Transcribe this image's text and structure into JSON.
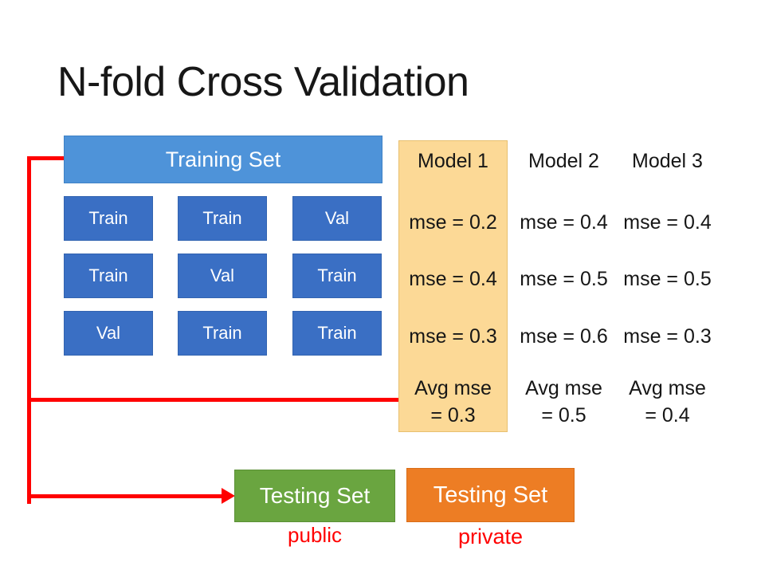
{
  "title": "N-fold Cross Validation",
  "training": {
    "bar_label": "Training Set",
    "folds": [
      [
        "Train",
        "Train",
        "Val"
      ],
      [
        "Train",
        "Val",
        "Train"
      ],
      [
        "Val",
        "Train",
        "Train"
      ]
    ]
  },
  "models": [
    {
      "header": "Model 1",
      "mse": [
        "mse = 0.2",
        "mse = 0.4",
        "mse = 0.3"
      ],
      "avg_label": "Avg mse",
      "avg_value": "= 0.3",
      "highlighted": true
    },
    {
      "header": "Model 2",
      "mse": [
        "mse = 0.4",
        "mse = 0.5",
        "mse = 0.6"
      ],
      "avg_label": "Avg mse",
      "avg_value": "= 0.5",
      "highlighted": false
    },
    {
      "header": "Model 3",
      "mse": [
        "mse = 0.4",
        "mse = 0.5",
        "mse = 0.3"
      ],
      "avg_label": "Avg mse",
      "avg_value": "= 0.4",
      "highlighted": false
    }
  ],
  "testing": {
    "public": {
      "label": "Testing Set",
      "caption": "public"
    },
    "private": {
      "label": "Testing Set",
      "caption": "private"
    }
  },
  "colors": {
    "training_bar": "#4E93D9",
    "fold_box": "#3A6FC4",
    "highlight": "#FCD996",
    "testing_public": "#6AA540",
    "testing_private": "#ED7D24",
    "connector": "#FF0000",
    "background": "#FFFFFF",
    "text_dark": "#171717"
  }
}
